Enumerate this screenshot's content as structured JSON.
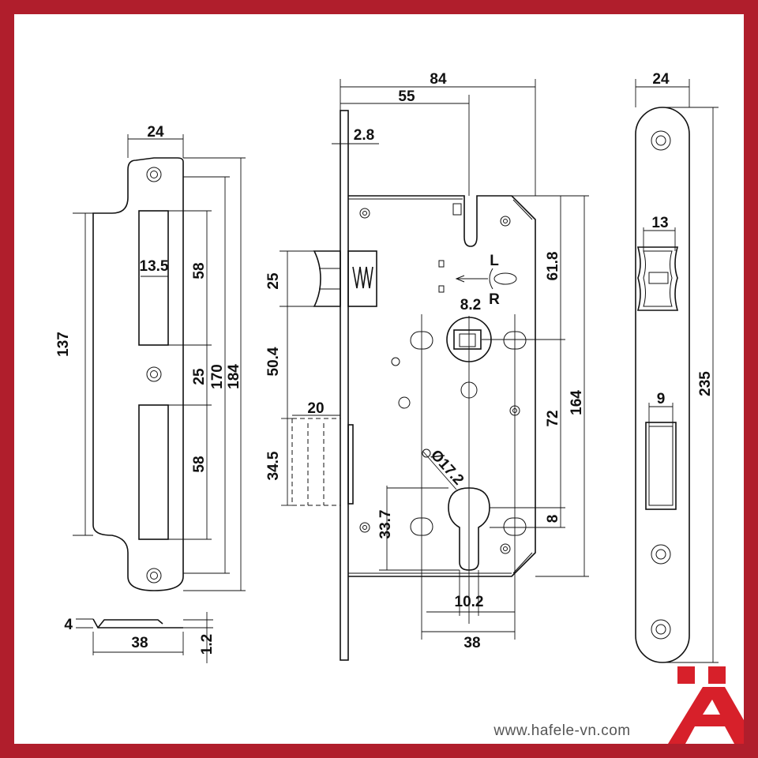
{
  "strike_plate": {
    "width": "24",
    "height": "137",
    "opening_width": "13.5",
    "opening_upper": "58",
    "gap": "25",
    "opening_lower": "58",
    "total_170": "170",
    "total_184": "184",
    "side_thickness": "4",
    "side_depth": "38",
    "side_plate": "1.2"
  },
  "lock_body": {
    "overall_width": "84",
    "backset": "55",
    "faceplate": "2.8",
    "latch": "25",
    "latch_to_bolt": "50.4",
    "deadbolt_throw": "20",
    "deadbolt": "34.5",
    "handle_dia": "8.2",
    "hand_left": "L",
    "hand_right": "R",
    "cylinder_dia": "Ø17.2",
    "cyl_center": "33.7",
    "cyl_width": "10.2",
    "fixing_distance": "38",
    "height_61": "61.8",
    "center_distance": "72",
    "body_height": "164",
    "offset_8": "8"
  },
  "faceplate": {
    "width": "24",
    "latch_width": "13",
    "bolt_width": "9",
    "length": "235"
  },
  "watermark": "www.hafele-vn.com",
  "colors": {
    "border": "#b01e2c",
    "logo": "#d7202a"
  }
}
